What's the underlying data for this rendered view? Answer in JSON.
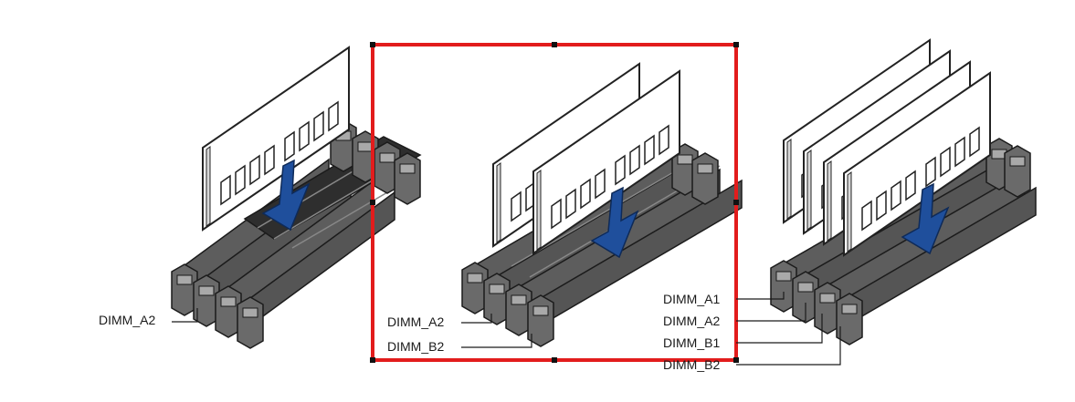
{
  "diagram": {
    "highlight_color": "#e21c1c",
    "arrow_color": "#1f4f9c",
    "slot_color": "#5a5a5a",
    "panels": [
      {
        "name": "one-module",
        "labels": [
          "DIMM_A2"
        ]
      },
      {
        "name": "two-modules",
        "labels": [
          "DIMM_A2",
          "DIMM_B2"
        ],
        "highlighted": true
      },
      {
        "name": "four-modules",
        "labels": [
          "DIMM_A1",
          "DIMM_A2",
          "DIMM_B1",
          "DIMM_B2"
        ]
      }
    ]
  }
}
